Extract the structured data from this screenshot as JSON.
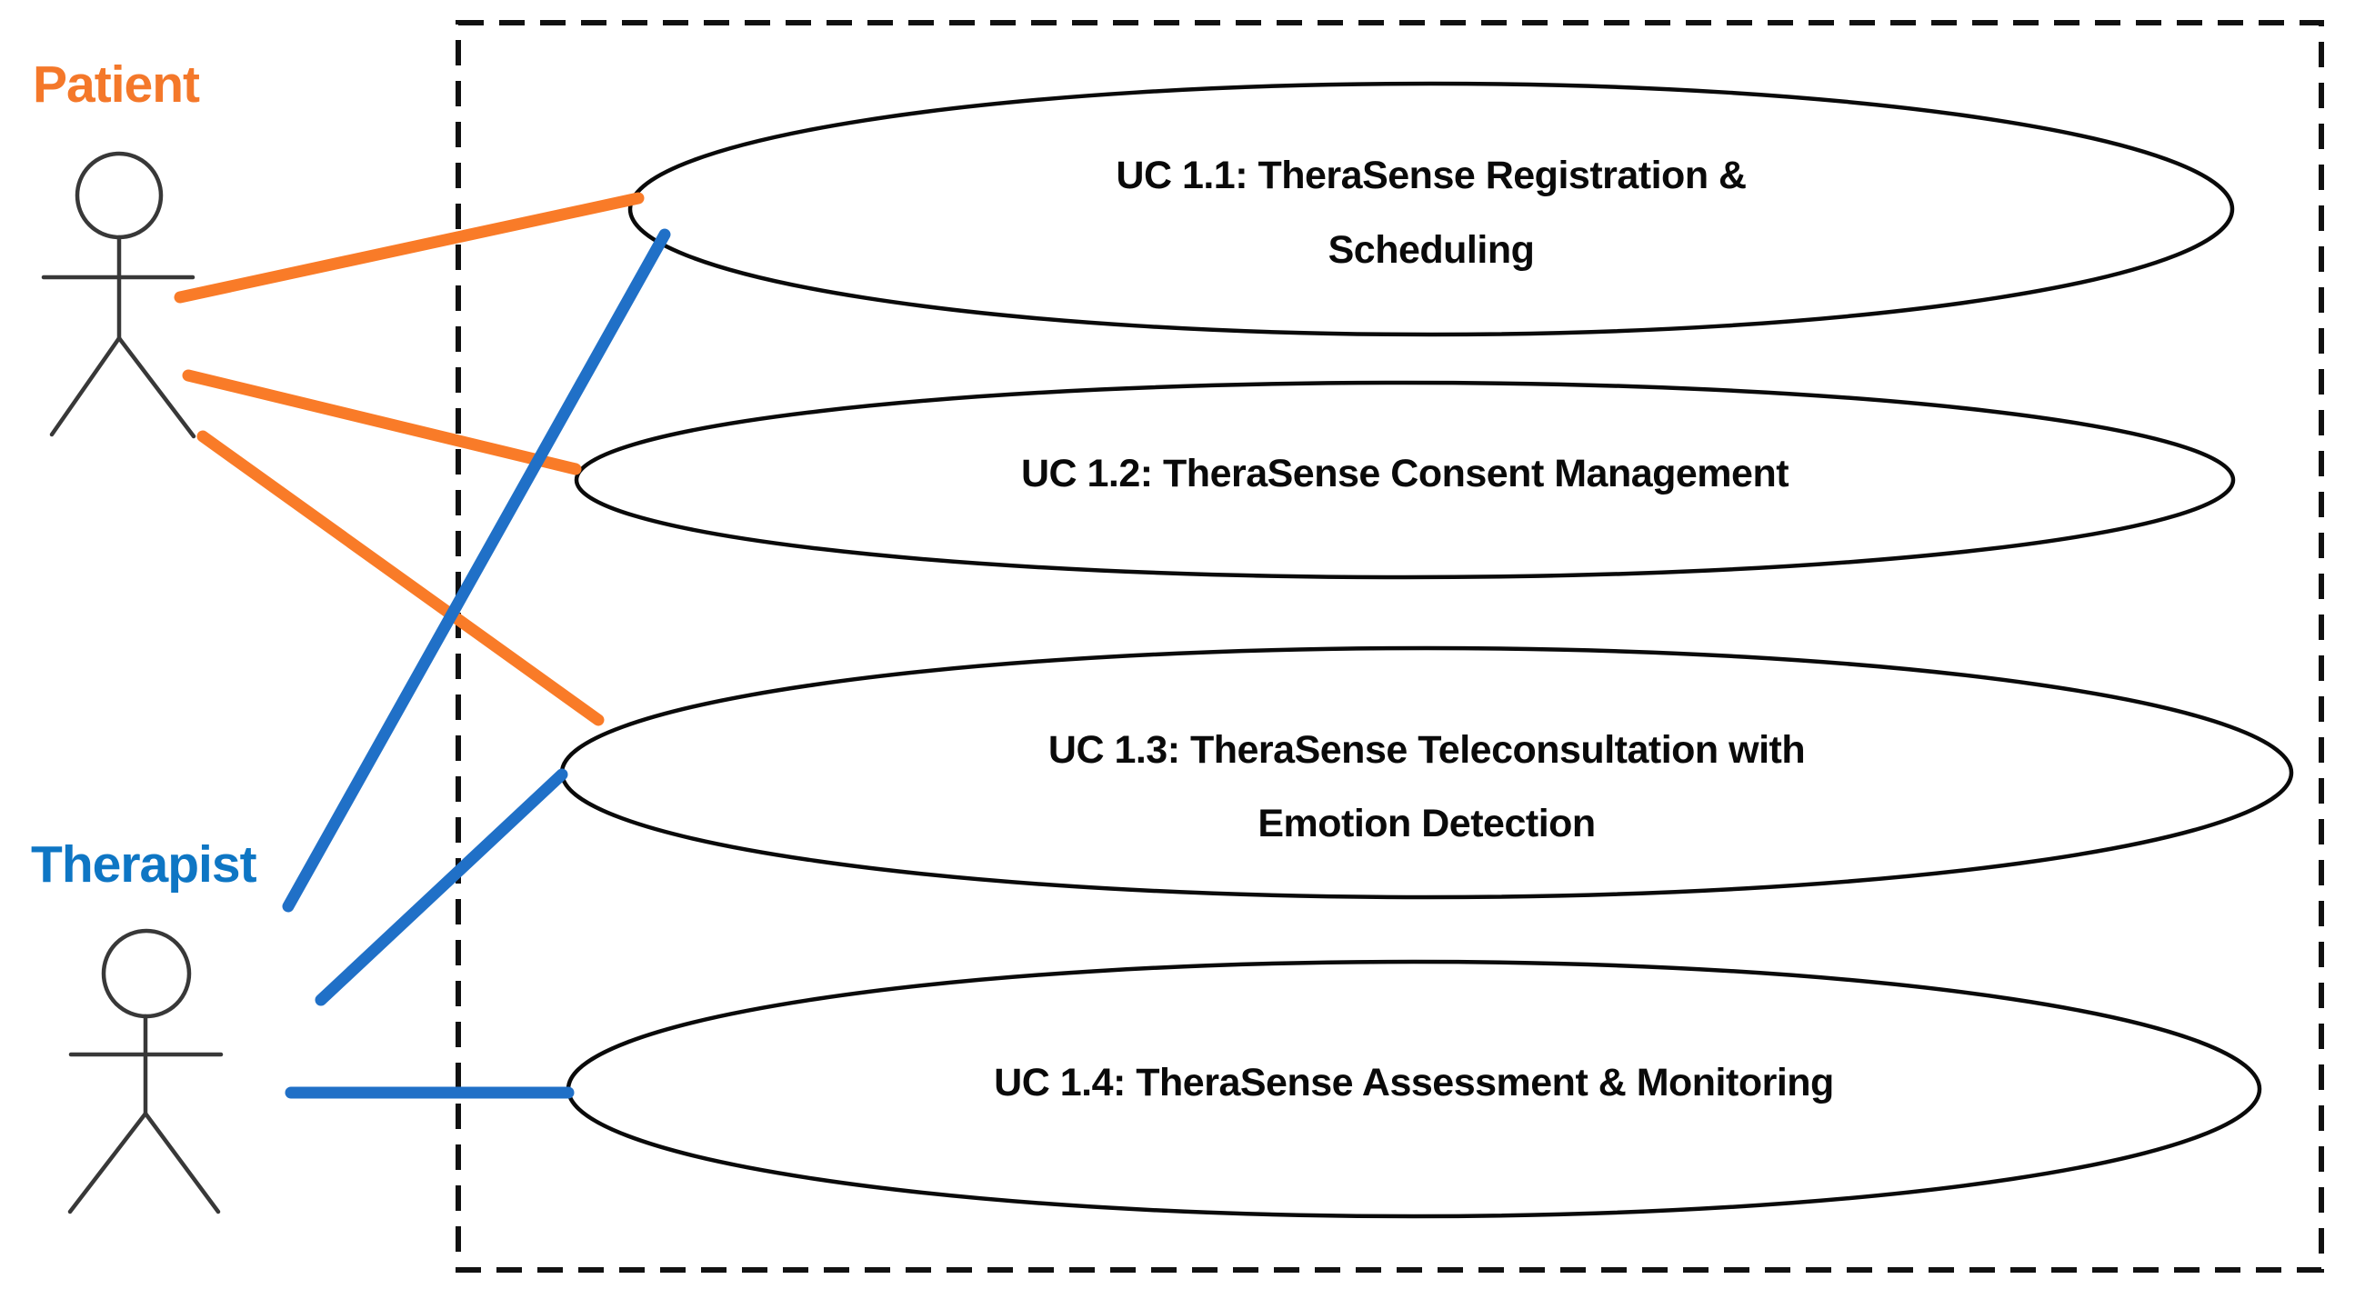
{
  "diagram": {
    "type": "uml-use-case",
    "background_color": "#ffffff",
    "boundary_color": "#111111",
    "ellipse_stroke_color": "#0a0a0a",
    "actors": [
      {
        "label": "Patient",
        "color": "#f4782a"
      },
      {
        "label": "Therapist",
        "color": "#0e76c4"
      }
    ],
    "usecases": [
      {
        "lines": [
          "UC 1.1: TheraSense Registration &",
          "Scheduling"
        ]
      },
      {
        "lines": [
          "UC 1.2: TheraSense Consent Management"
        ]
      },
      {
        "lines": [
          "UC 1.3: TheraSense Teleconsultation with",
          "Emotion Detection"
        ]
      },
      {
        "lines": [
          "UC 1.4: TheraSense Assessment & Monitoring"
        ]
      }
    ],
    "associations": [
      {
        "actor": "Patient",
        "usecase": "UC 1.1",
        "color": "#f97b28"
      },
      {
        "actor": "Patient",
        "usecase": "UC 1.2",
        "color": "#f97b28"
      },
      {
        "actor": "Patient",
        "usecase": "UC 1.3",
        "color": "#f97b28"
      },
      {
        "actor": "Therapist",
        "usecase": "UC 1.1",
        "color": "#2070c7"
      },
      {
        "actor": "Therapist",
        "usecase": "UC 1.3",
        "color": "#2070c7"
      },
      {
        "actor": "Therapist",
        "usecase": "UC 1.4",
        "color": "#2070c7"
      }
    ]
  }
}
